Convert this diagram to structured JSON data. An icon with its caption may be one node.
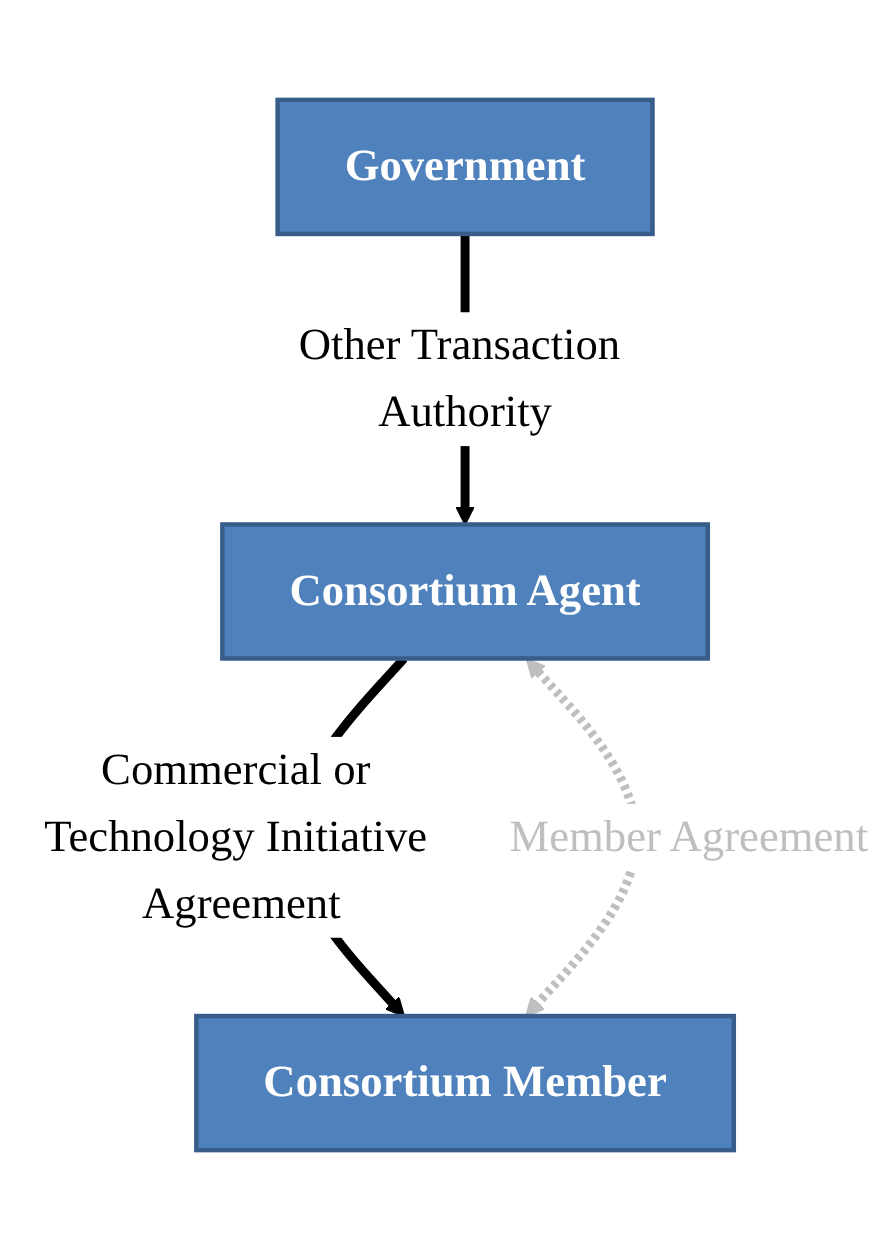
{
  "diagram": {
    "nodes": [
      {
        "text": [
          "Government"
        ]
      },
      {
        "text": [
          "Consortium Agent"
        ]
      },
      {
        "text": [
          "Consortium Member"
        ]
      }
    ],
    "edges": [
      {
        "from": 0,
        "to": 1,
        "arrow": "to",
        "label": "Other Transaction Authority"
      },
      {
        "from": 1,
        "to": 2,
        "arrow": "to",
        "label": "Commercial or Technology Initiative Agreement"
      },
      {
        "from": 1,
        "to": 2,
        "arrow": "both",
        "label": "Member Agreement",
        "style": "dashed",
        "color": "#bfbfbf"
      }
    ]
  }
}
